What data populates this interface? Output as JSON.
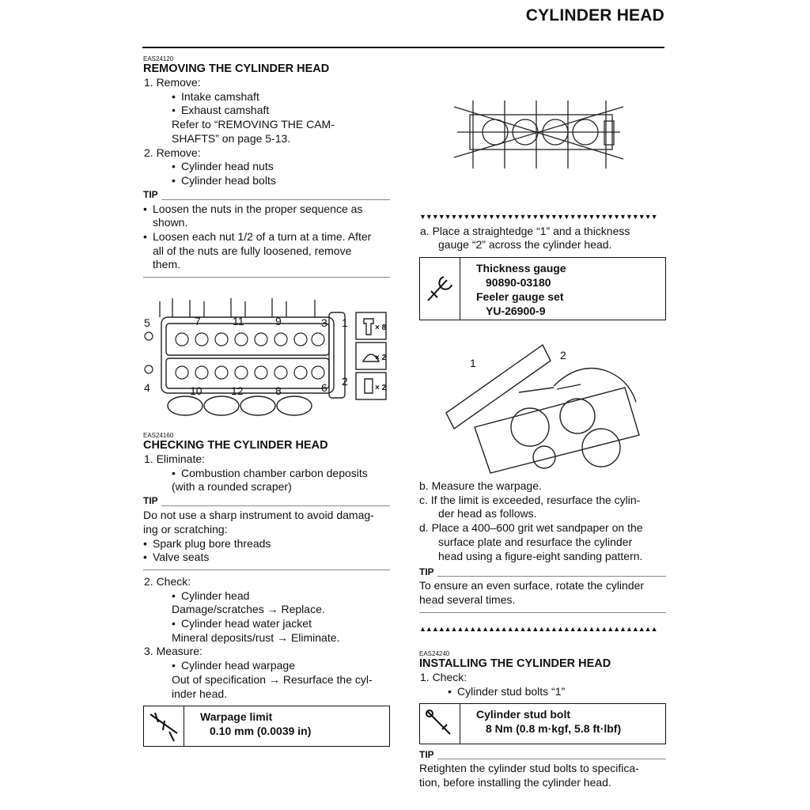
{
  "page_title": "CYLINDER HEAD",
  "removing": {
    "code": "EAS24120",
    "title": "REMOVING THE CYLINDER HEAD",
    "step1": "1. Remove:",
    "step1_items": [
      "Intake camshaft",
      "Exhaust camshaft"
    ],
    "step1_ref": [
      "Refer to “REMOVING THE CAM-",
      "SHAFTS” on page 5-13."
    ],
    "step2": "2. Remove:",
    "step2_items": [
      "Cylinder head nuts",
      "Cylinder head bolts"
    ],
    "tip_label": "TIP",
    "tip_lines": [
      "Loosen the nuts in the proper sequence as",
      "shown.",
      "Loosen each nut 1/2 of a turn at a time. After",
      "all of the nuts are fully loosened, remove",
      "them."
    ]
  },
  "head_diagram": {
    "numbers": [
      "5",
      "7",
      "11",
      "9",
      "3",
      "1",
      "4",
      "10",
      "12",
      "8",
      "6",
      "2"
    ],
    "counts": [
      "× 8",
      "× 2",
      "× 2"
    ]
  },
  "checking": {
    "code": "EAS24160",
    "title": "CHECKING THE CYLINDER HEAD",
    "step1": "1. Eliminate:",
    "step1_items": [
      "Combustion chamber carbon deposits",
      "(with a rounded scraper)"
    ],
    "tip_label": "TIP",
    "tip_lines": [
      "Do not use a sharp instrument to avoid damag-",
      "ing or scratching:"
    ],
    "tip_bullets": [
      "Spark plug bore threads",
      "Valve seats"
    ],
    "step2": "2. Check:",
    "step2_lines": [
      "Cylinder head",
      "Damage/scratches → Replace.",
      "Cylinder head water jacket",
      "Mineral deposits/rust → Eliminate."
    ],
    "step3": "3. Measure:",
    "step3_lines": [
      "Cylinder head warpage",
      "Out of specification → Resurface the cyl-",
      "inder head."
    ],
    "spec_title": "Warpage limit",
    "spec_value": "0.10 mm (0.0039 in)"
  },
  "right": {
    "step_a": [
      "a. Place a straightedge “1” and a thickness",
      "gauge “2” across the cylinder head."
    ],
    "tool1_name": "Thickness gauge",
    "tool1_no": "90890-03180",
    "tool2_name": "Feeler gauge set",
    "tool2_no": "YU-26900-9",
    "photo_labels": [
      "1",
      "2"
    ],
    "step_b": "b. Measure the warpage.",
    "step_c": [
      "c. If the limit is exceeded, resurface the cylin-",
      "der head as follows."
    ],
    "step_d": [
      "d. Place a 400–600 grit wet sandpaper on the",
      "surface plate and resurface the cylinder",
      "head using a figure-eight sanding pattern."
    ],
    "tip_label": "TIP",
    "tip_lines": [
      "To ensure an even surface, rotate the cylinder",
      "head several times."
    ],
    "marker_down": "▼▼▼▼▼▼▼▼▼▼▼▼▼▼▼▼▼▼▼▼▼▼▼▼▼▼▼▼▼▼▼▼▼▼▼▼▼▼",
    "marker_up": "▲▲▲▲▲▲▲▲▲▲▲▲▲▲▲▲▲▲▲▲▲▲▲▲▲▲▲▲▲▲▲▲▲▲▲▲▲▲"
  },
  "installing": {
    "code": "EAS24240",
    "title": "INSTALLING THE CYLINDER HEAD",
    "step1": "1. Check:",
    "step1_item": "Cylinder stud bolts “1”",
    "spec_title": "Cylinder stud bolt",
    "spec_value": "8 Nm (0.8 m·kgf, 5.8 ft·lbf)",
    "tip_label": "TIP",
    "tip_lines": [
      "Retighten the cylinder stud bolts to specifica-",
      "tion, before installing the cylinder head."
    ]
  }
}
